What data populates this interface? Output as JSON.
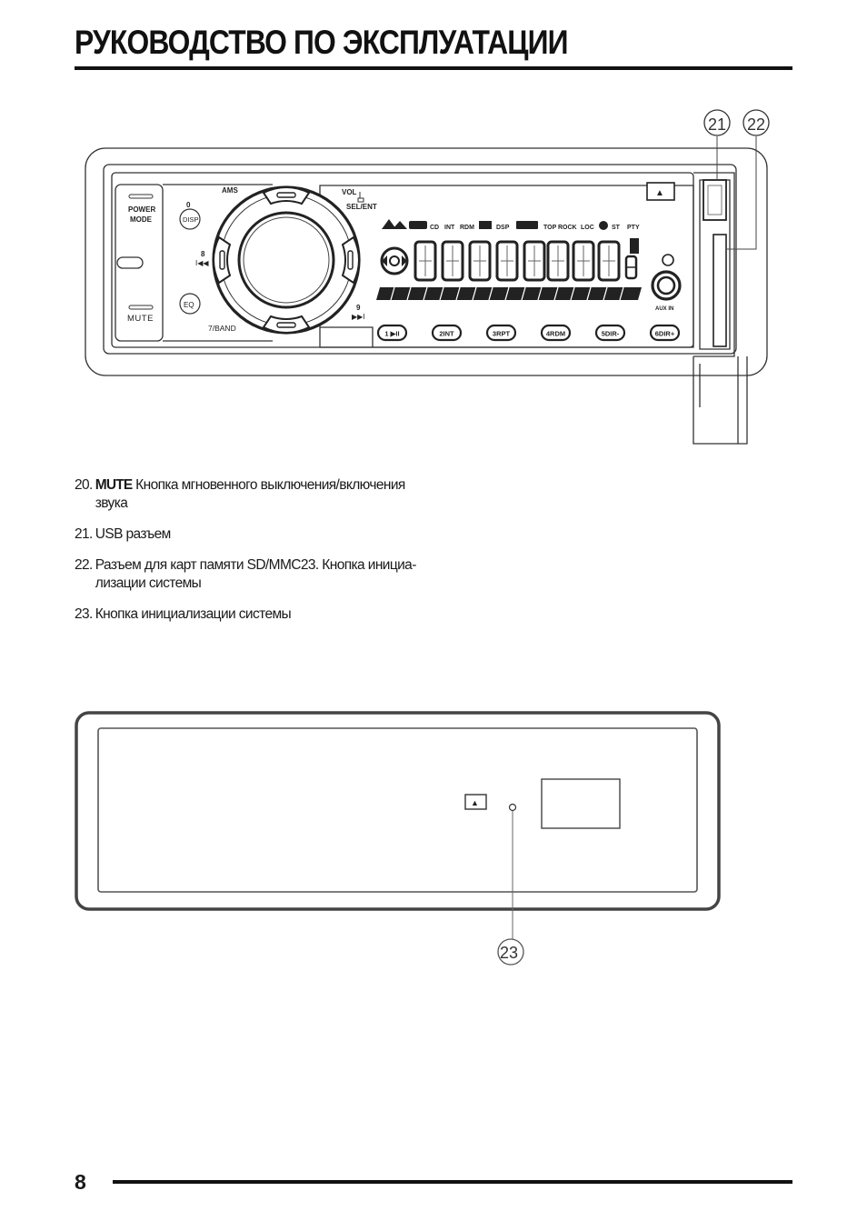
{
  "header": {
    "title": "РУКОВОДСТВО ПО ЭКСПЛУАТАЦИИ"
  },
  "figure_front": {
    "callouts": [
      "21",
      "22"
    ],
    "labels": {
      "power_mode_line1": "POWER",
      "power_mode_line2": "MODE",
      "mute": "MUTE",
      "disp_num": "0",
      "disp": "DISP",
      "prev_num": "8",
      "prev_glyph": "I◀◀",
      "eq": "EQ",
      "band": "7/BAND",
      "ams": "AMS",
      "vol": "VOL",
      "sel_ent": "SEL/ENT",
      "next_num": "9",
      "next_glyph": "▶▶I",
      "aux_in": "AUX IN",
      "eject_glyph": "▲"
    },
    "indicators": [
      "CD",
      "INT",
      "RDM",
      "DSP",
      "TOP",
      "ROCK",
      "LOC",
      "ST",
      "PTY"
    ],
    "preset_buttons": [
      "1 ▶II",
      "2INT",
      "3RPT",
      "4RDM",
      "5DIR-",
      "6DIR+"
    ]
  },
  "legend": [
    {
      "num": "20.",
      "bold": "MUTE",
      "text": " Кнопка мгновенного выключения/включения звука"
    },
    {
      "num": "21.",
      "bold": "",
      "text": "USB разъем"
    },
    {
      "num": "22.",
      "bold": "",
      "text": "Разъем для карт памяти SD/MMC23. Кнопка инициа- лизации системы"
    },
    {
      "num": "23.",
      "bold": "",
      "text": "Кнопка инициализации системы"
    }
  ],
  "figure_back": {
    "callout": "23",
    "eject_glyph": "▲"
  },
  "footer": {
    "page_number": "8"
  }
}
